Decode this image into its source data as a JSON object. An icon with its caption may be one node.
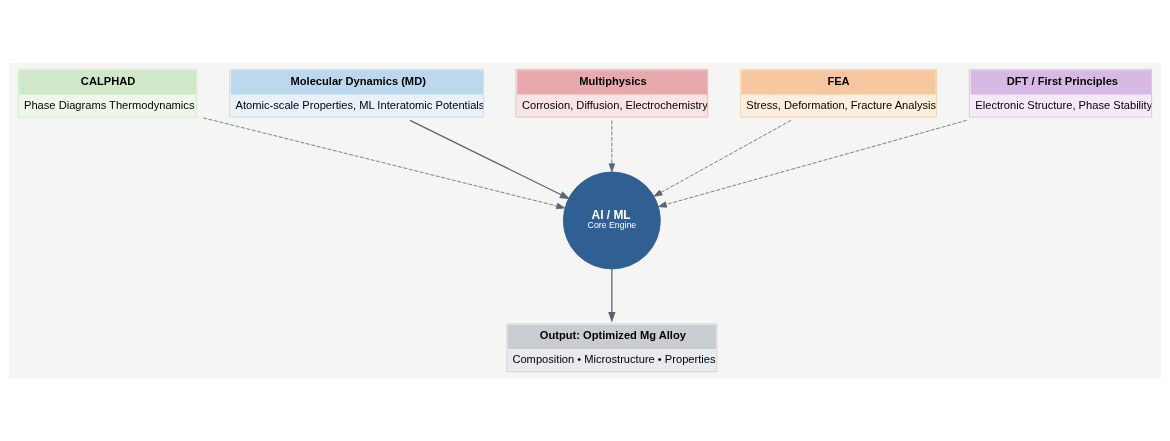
{
  "diagram": {
    "nodes": [
      {
        "text": [
          "CALPHAD",
          "Phase Diagrams Thermodynamics"
        ]
      },
      {
        "text": [
          "Molecular Dynamics (MD)",
          "Atomic-scale Properties, ML Interatomic Potentials"
        ]
      },
      {
        "text": [
          "Multiphysics",
          "Corrosion, Diffusion, Electrochemistry"
        ]
      },
      {
        "text": [
          "AI / ML",
          "Core Engine"
        ]
      },
      {
        "text": [
          "FEA",
          "Stress, Deformation, Fracture Analysis"
        ]
      },
      {
        "text": [
          "DFT / First Principles",
          "Electronic Structure, Phase Stability"
        ]
      },
      {
        "text": [
          "Output: Optimized Mg Alloy",
          "Composition • Microstructure • Properties"
        ]
      }
    ],
    "edges": [
      {
        "from": 0,
        "to": 3,
        "arrow": "to",
        "style": "dashed"
      },
      {
        "from": 1,
        "to": 3,
        "arrow": "to"
      },
      {
        "from": 2,
        "to": 3,
        "arrow": "to",
        "style": "dashed"
      },
      {
        "from": 4,
        "to": 3,
        "arrow": "to",
        "style": "dashed"
      },
      {
        "from": 5,
        "to": 3,
        "arrow": "to",
        "style": "dashed"
      },
      {
        "from": 3,
        "to": 6,
        "arrow": "to"
      }
    ]
  }
}
